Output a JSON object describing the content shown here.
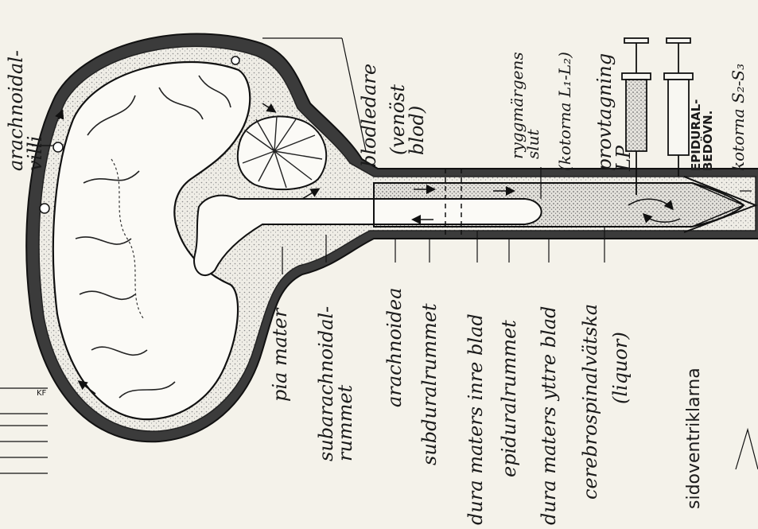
{
  "labels": {
    "villi": "arachnoidal-\nvilli",
    "blood_vessels": "blodledare",
    "venous_blood": "(venöst\nblod)",
    "spinal_cord_end": "ryggmärgens\nslut",
    "vertebrae_l": "(kotorna L₁-L₂)",
    "lumbar_puncture": "provtagning\nLP",
    "epidural": "EPIDURAL-\nBEDÖVN.",
    "vertebrae_s": "kotorna S₂-S₃",
    "pia_mater": "pia mater",
    "subarachnoid": "subarachnoidal-\nrummet",
    "arachnoid": "arachnoidea",
    "subdural": "subduralrummet",
    "dura_inner": "dura maters inre blad",
    "epidural_space": "epiduralrummet",
    "dura_outer": "dura maters yttre blad",
    "csf": "cerebrospinalvätska",
    "liquor": "(liquor)",
    "lateral_ventricles": "sidoventriklarna",
    "corner_mark": "KF"
  }
}
